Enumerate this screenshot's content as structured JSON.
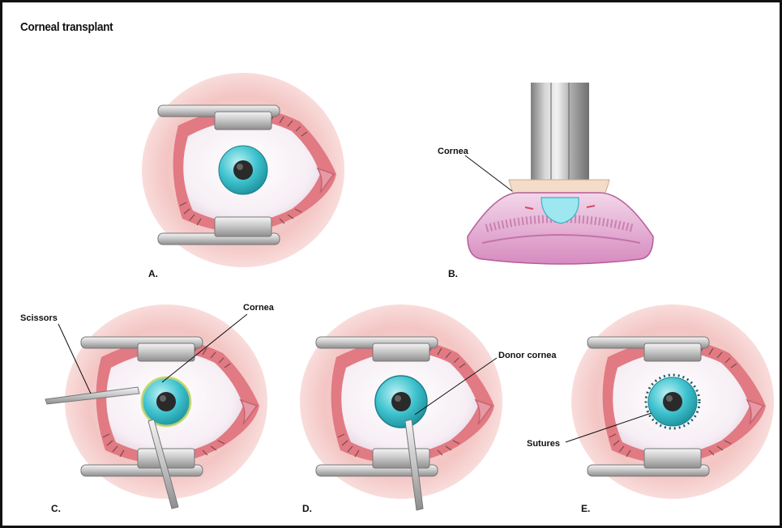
{
  "title": "Corneal transplant",
  "panels": {
    "a": {
      "label": "A."
    },
    "b": {
      "label": "B.",
      "callout": "Cornea"
    },
    "c": {
      "label": "C.",
      "callout_scissors": "Scissors",
      "callout_cornea": "Cornea"
    },
    "d": {
      "label": "D.",
      "callout": "Donor cornea"
    },
    "e": {
      "label": "E.",
      "callout": "Sutures"
    }
  }
}
